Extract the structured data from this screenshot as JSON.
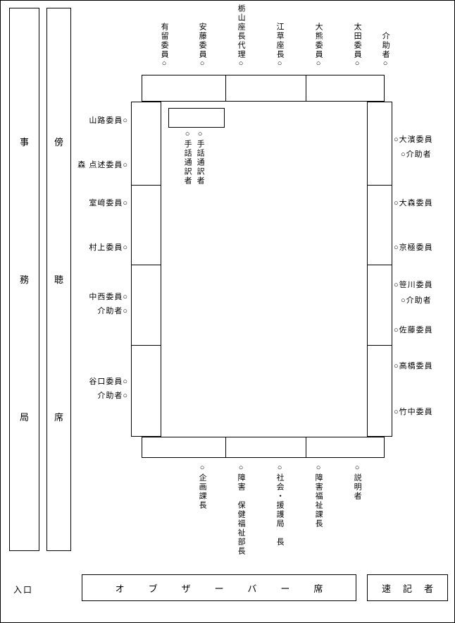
{
  "colors": {
    "background": "#ffffff",
    "line": "#000000"
  },
  "secretariat": {
    "chars": [
      "事",
      "務",
      "局"
    ]
  },
  "gallery": {
    "chars": [
      "傍",
      "聴",
      "席"
    ]
  },
  "entrance_label": "入口",
  "observer_label": "オブザーバー席",
  "stenographer_label": "速記者",
  "seats": {
    "top": [
      "有留委員○",
      "安藤委員○",
      "栃山座長代理○",
      "江草座長○",
      "大熊委員○",
      "太田委員○",
      "介助者○"
    ],
    "bottom": [
      "○企画課長",
      "○障害　保健福祉部長",
      "○社会・援護局　長",
      "○障害福祉課長",
      "○説明者"
    ],
    "left": [
      "山路委員○",
      "森 点述委員○",
      "室﨑委員○",
      "村上委員○",
      "中西委員○",
      "介助者○",
      "谷口委員○",
      "介助者○"
    ],
    "right": [
      "○大濱委員",
      "○介助者",
      "○大森委員",
      "○京極委員",
      "○笹川委員",
      "○介助者",
      "○佐藤委員",
      "○高橋委員",
      "○竹中委員"
    ],
    "interpreters": [
      "○手話通訳者",
      "○手話通訳者"
    ]
  }
}
